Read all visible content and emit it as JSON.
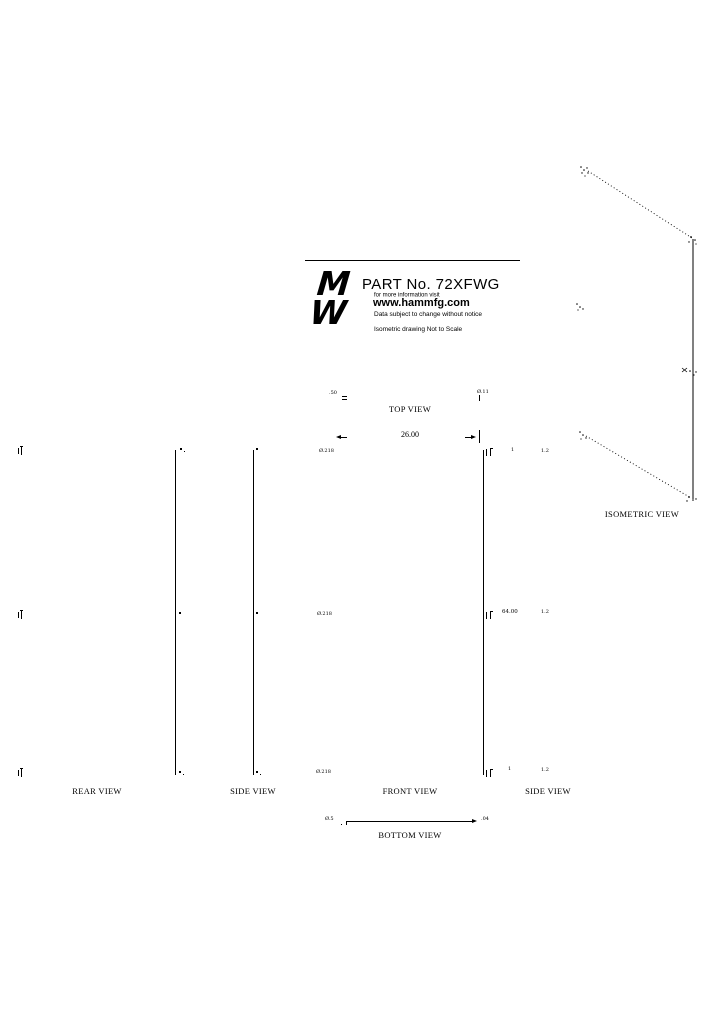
{
  "title_block": {
    "part_label": "PART No. 72XFWG",
    "info_line": "for more information visit",
    "website": "www.hammfg.com",
    "disclaimer": "Data subject to change without notice",
    "scale_note": "Isometric drawing Not to Scale",
    "logo": {
      "top_glyph": "M",
      "bottom_glyph": "W"
    }
  },
  "views": {
    "top_view": {
      "label": "TOP VIEW",
      "width_dim": "26.00",
      "end_dim_left": ".50",
      "end_dim_right": "Ø.11"
    },
    "front_view": {
      "label": "FRONT VIEW",
      "hole_dims": [
        "Ø.218",
        "Ø.218",
        "Ø.218"
      ],
      "rows": [
        {
          "a": "1",
          "b": "1.2"
        },
        {
          "a": "64.00",
          "b": "1.2"
        },
        {
          "a": "1",
          "b": "1.2"
        }
      ]
    },
    "rear_view": {
      "label": "REAR VIEW"
    },
    "side_view_left": {
      "label": "SIDE VIEW"
    },
    "side_view_right": {
      "label": "SIDE VIEW"
    },
    "bottom_view": {
      "label": "BOTTOM VIEW",
      "end_dim_left": "Ø.5",
      "end_dim_right": ".04"
    },
    "isometric_view": {
      "label": "ISOMETRIC VIEW"
    }
  },
  "colors": {
    "ink": "#000000",
    "paper": "#ffffff"
  }
}
